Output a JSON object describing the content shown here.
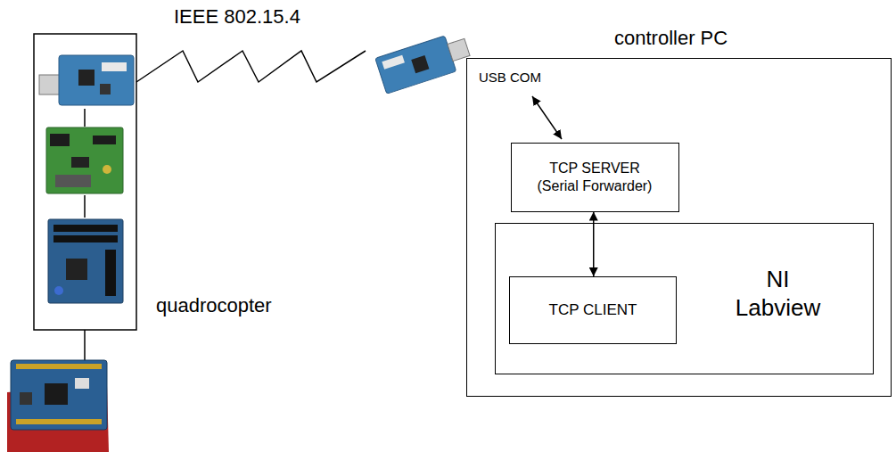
{
  "diagram": {
    "nodes": [
      {
        "text": [
          "controller PC"
        ]
      },
      {
        "text": [
          "TCP SERVER (Serial Forwarder)"
        ],
        "in": 0
      },
      {
        "text": [
          "NI Labview"
        ],
        "in": 0
      },
      {
        "text": [
          "TCP CLIENT"
        ],
        "in": 2
      }
    ],
    "edges": [
      {
        "from": 1,
        "to": 3,
        "arrow": "both"
      }
    ],
    "labels": [
      "IEEE 802.15.4",
      "USB COM",
      "quadrocopter"
    ]
  }
}
